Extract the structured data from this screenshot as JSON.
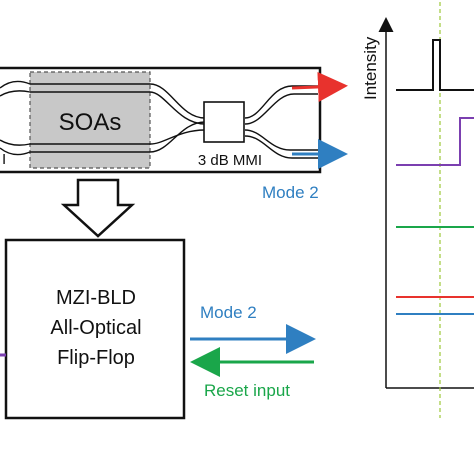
{
  "device": {
    "soa_label": "SOAs",
    "mmi_label": "3 dB MMI",
    "left_cut_label": "I"
  },
  "mode_top_label": "Mode 2",
  "block": {
    "line1": "MZI-BLD",
    "line2": "All-Optical",
    "line3": "Flip-Flop"
  },
  "signals": {
    "mode2_label": "Mode 2",
    "reset_label": "Reset input"
  },
  "plot": {
    "ylabel": "Intensity"
  },
  "colors": {
    "red": "#e8322d",
    "blue": "#2f7fc1",
    "green": "#1aa64a",
    "purple": "#7b3fb0",
    "black": "#111111",
    "soa_fill": "#c8c8c8",
    "guide_dash": "#9cc93a"
  }
}
